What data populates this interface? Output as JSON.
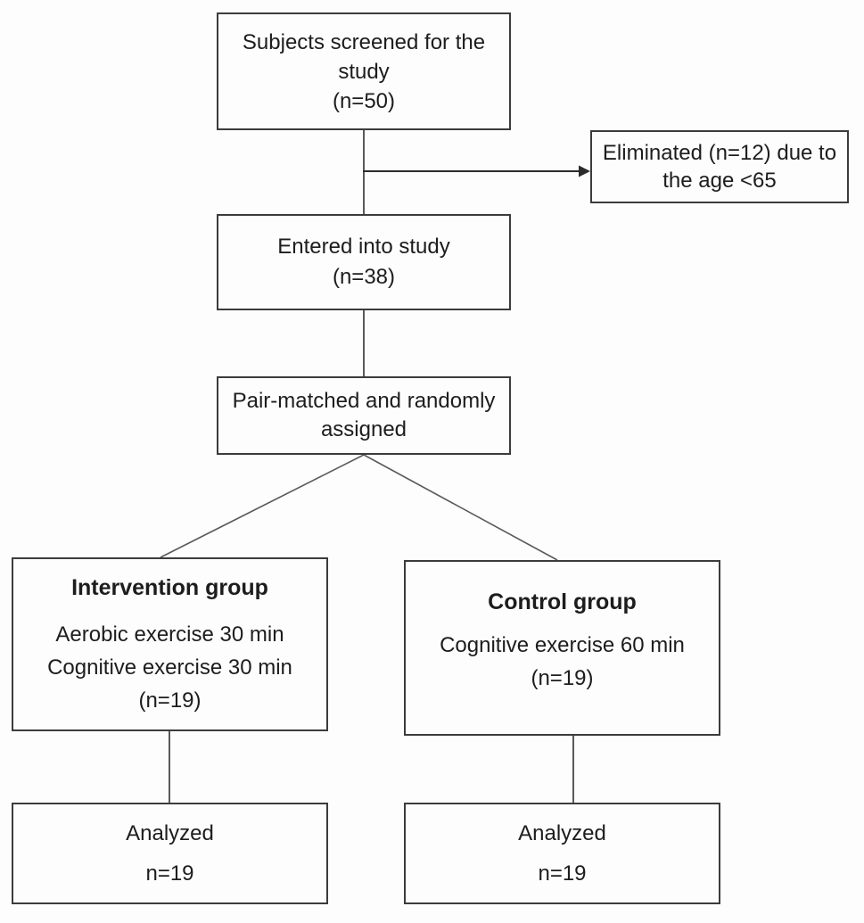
{
  "diagram": {
    "type": "study-flowchart",
    "colors": {
      "background": "#fdfdfd",
      "box_border": "#3c3c3c",
      "text": "#1d1d1d",
      "connector": "#5a5a5a",
      "arrow": "#2b2b2b"
    }
  },
  "boxes": {
    "screened": {
      "lines": [
        "Subjects screened for the",
        "study",
        "(n=50)"
      ]
    },
    "eliminated": {
      "lines": [
        "Eliminated (n=12) due to",
        "the age <65"
      ]
    },
    "entered": {
      "lines": [
        "Entered into study",
        "(n=38)"
      ]
    },
    "pair_matched": {
      "lines": [
        "Pair-matched and randomly",
        "assigned"
      ]
    },
    "intervention": {
      "title": "Intervention group",
      "lines": [
        "Aerobic exercise 30 min",
        "Cognitive exercise 30 min",
        "(n=19)"
      ]
    },
    "control": {
      "title": "Control group",
      "lines": [
        "Cognitive exercise 60 min",
        "(n=19)"
      ]
    },
    "analyzed_intervention": {
      "lines": [
        "Analyzed",
        "n=19"
      ]
    },
    "analyzed_control": {
      "lines": [
        "Analyzed",
        "n=19"
      ]
    }
  }
}
